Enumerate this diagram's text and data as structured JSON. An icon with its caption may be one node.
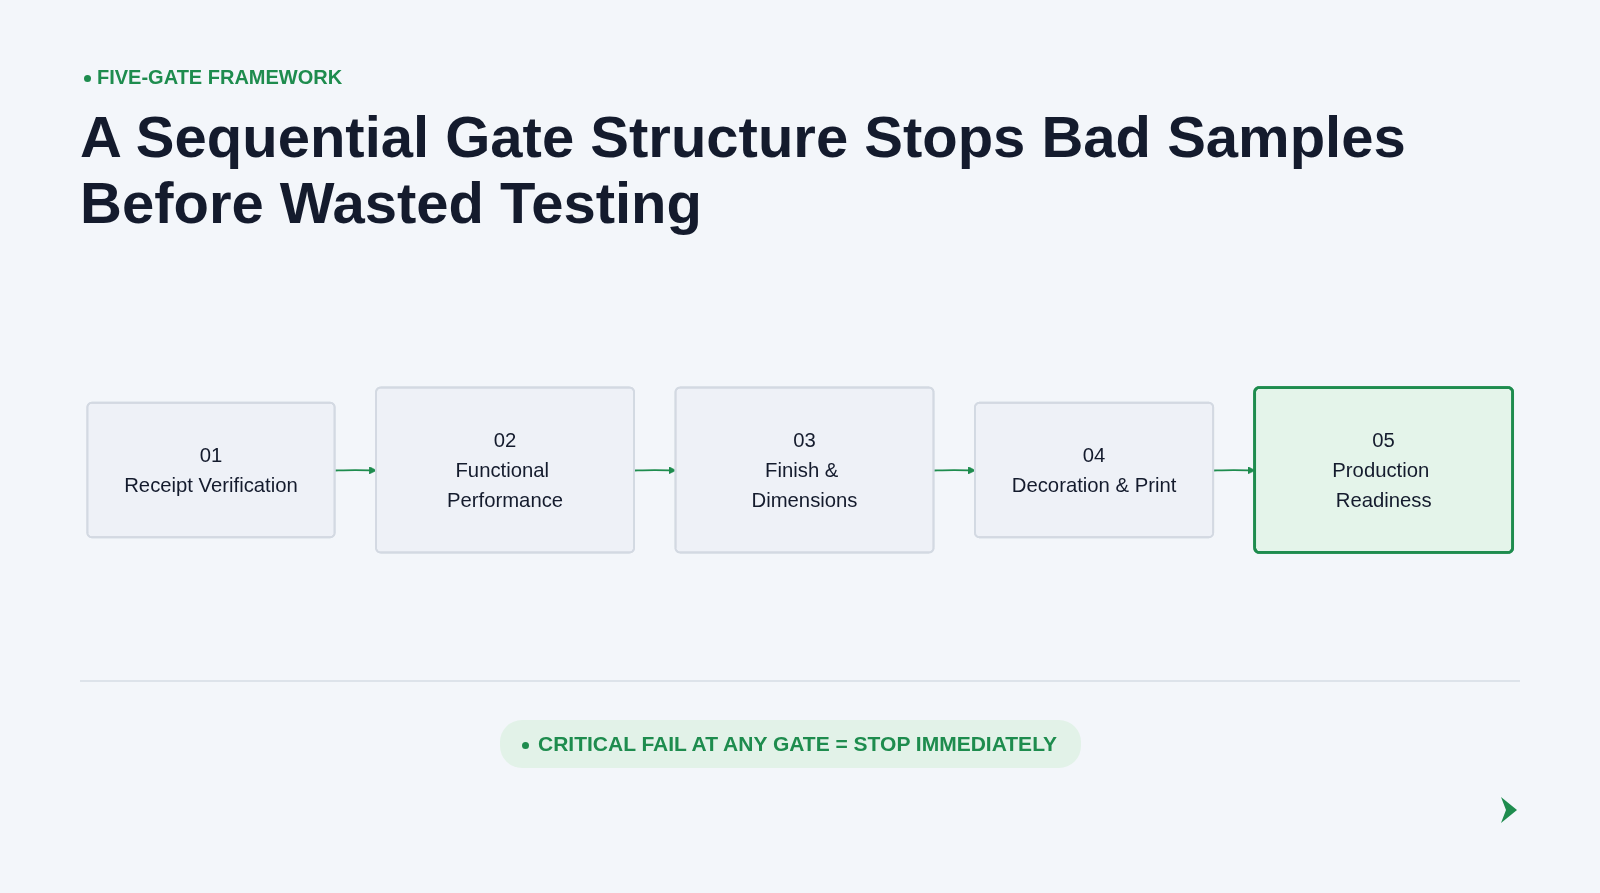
{
  "diagram": {
    "title": "A Sequential Gate Structure Stops Bad Samples Before Wasted Testing",
    "nodes": [
      {
        "text": [
          "01",
          "Receipt Verification"
        ]
      },
      {
        "text": [
          "02",
          "Functional Performance"
        ]
      },
      {
        "text": [
          "03",
          "Finish & Dimensions"
        ]
      },
      {
        "text": [
          "04",
          "Decoration & Print"
        ]
      },
      {
        "text": [
          "05",
          "Production Readiness"
        ]
      }
    ],
    "edges": [
      {
        "from": 0,
        "to": 1,
        "arrow": "to"
      },
      {
        "from": 1,
        "to": 2,
        "arrow": "to"
      },
      {
        "from": 2,
        "to": 3,
        "arrow": "to"
      },
      {
        "from": 3,
        "to": 4,
        "arrow": "to"
      }
    ],
    "labels": [
      "FIVE-GATE FRAMEWORK",
      "CRITICAL FAIL AT ANY GATE = STOP IMMEDIATELY"
    ]
  }
}
